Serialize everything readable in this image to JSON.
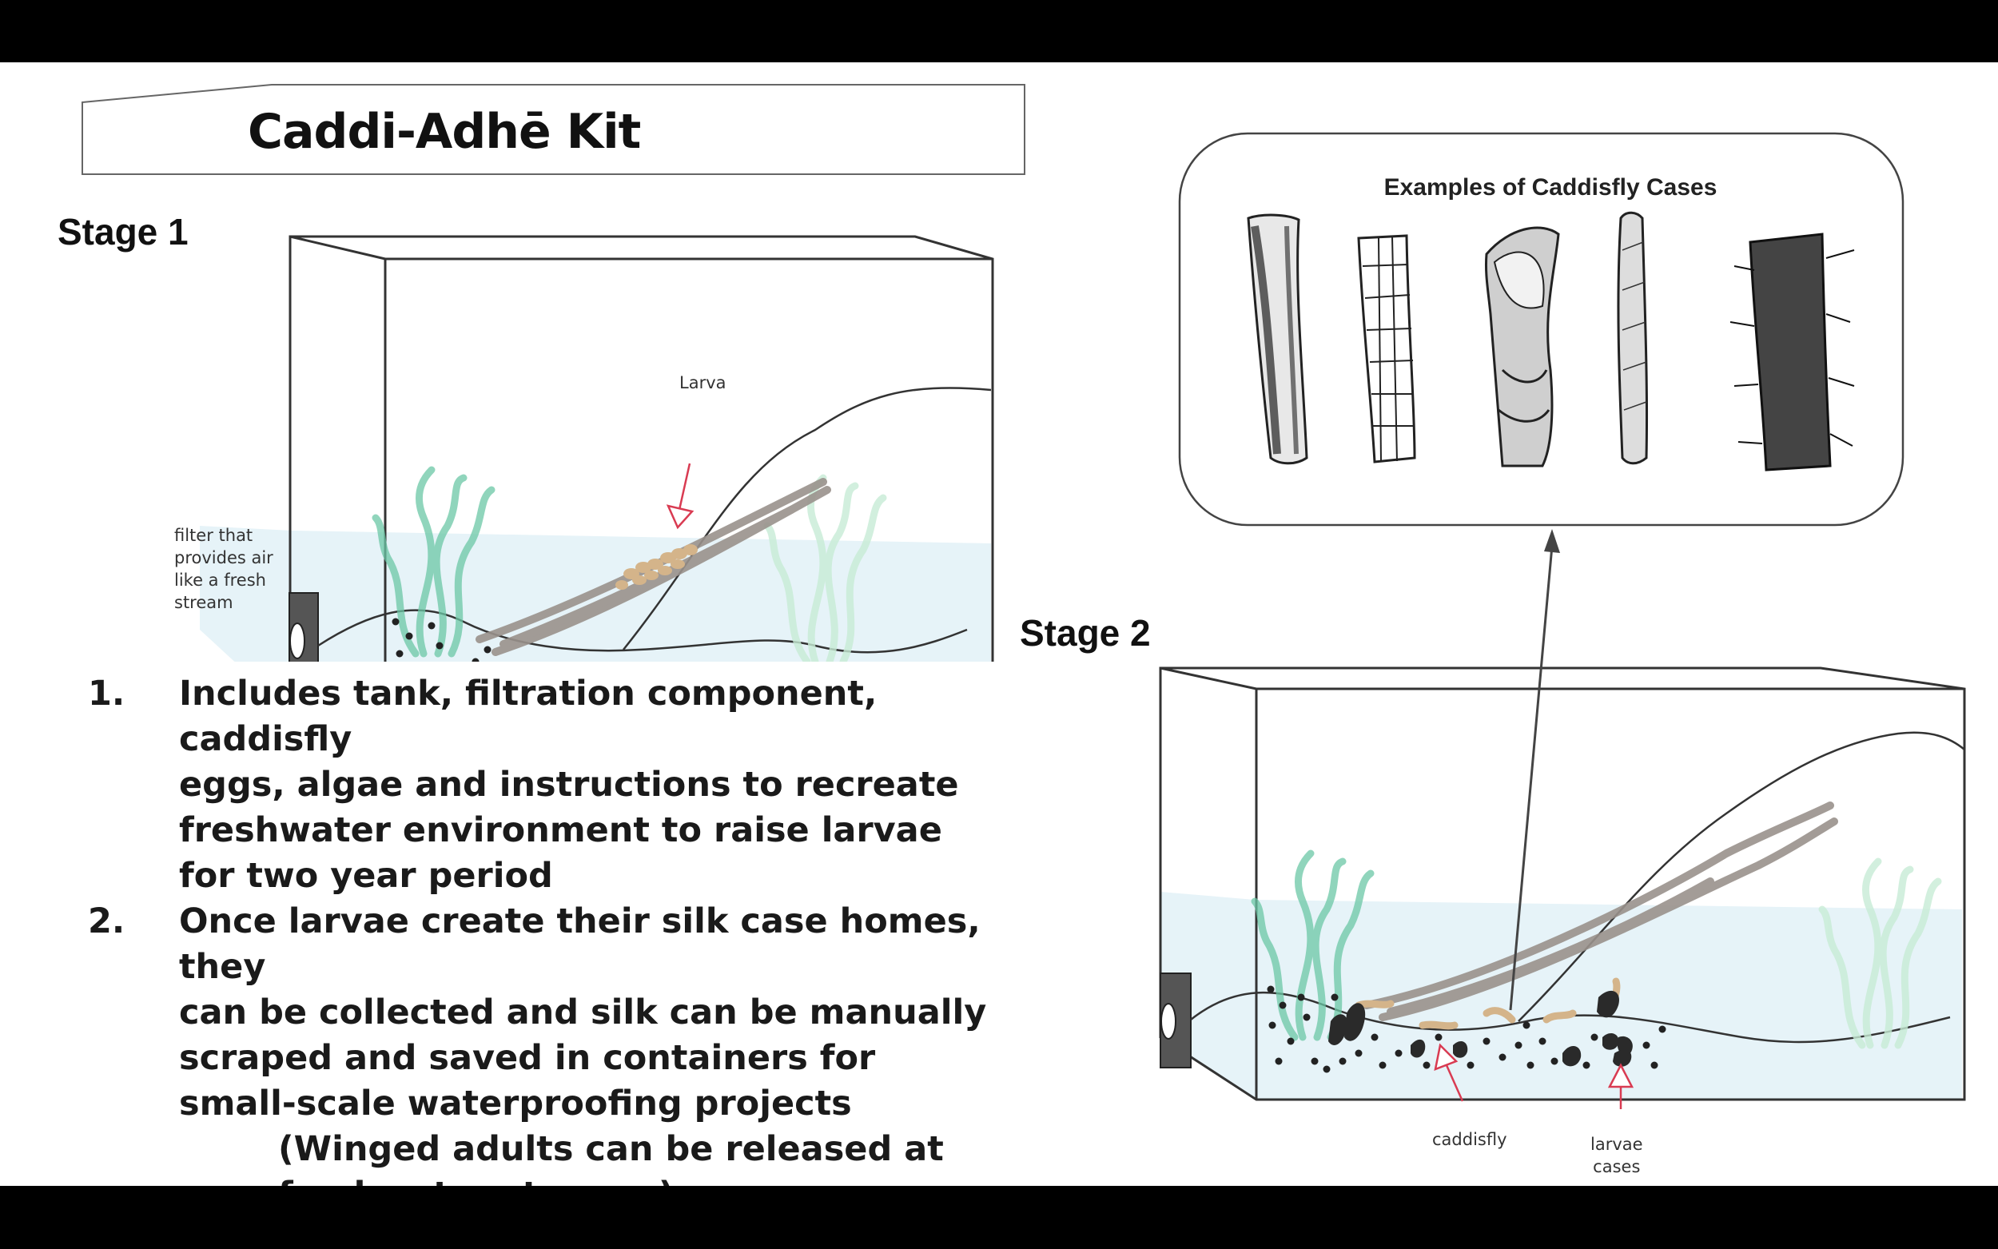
{
  "title": "Caddi-Adhē Kit",
  "stage1": {
    "label": "Stage 1",
    "larva_label": "Larva",
    "filter_label": "filter that\nprovides air\nlike a fresh\nstream"
  },
  "stage2": {
    "label": "Stage 2",
    "caddisfly_label": "caddisfly",
    "cases_label": "larvae\ncases"
  },
  "cases_panel": {
    "title": "Examples of Caddisfly Cases"
  },
  "list": {
    "items": [
      {
        "number": "1.",
        "text": "Includes tank, filtration component, caddisfly\neggs, algae and instructions to recreate\nfreshwater environment to raise larvae\nfor two year period"
      },
      {
        "number": "2.",
        "text": "Once larvae create their silk case homes, they\ncan be collected and silk can be manually\nscraped and saved in containers for\nsmall-scale waterproofing projects"
      }
    ],
    "note": "(Winged adults can be released at\nfreshwater streams)"
  },
  "colors": {
    "water": "#e6f3f8",
    "plant_green": "#6cc8a6",
    "plant_faint": "#c8ecd6",
    "branch": "#9a928c",
    "larva": "#d4b48a",
    "arrow_red": "#d93b52",
    "case_dark": "#2a2a2a"
  }
}
